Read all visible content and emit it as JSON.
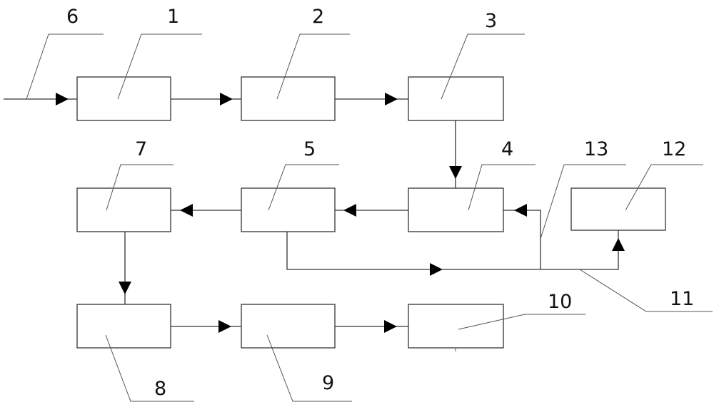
{
  "labels": {
    "n1": "1",
    "n2": "2",
    "n3": "3",
    "n4": "4",
    "n5": "5",
    "n6": "6",
    "n7": "7",
    "n8": "8",
    "n9": "9",
    "n10": "10",
    "n11": "11",
    "n12": "12",
    "n13": "13"
  },
  "colors": {
    "line": "#333333",
    "arrow": "#000000",
    "background": "#ffffff"
  }
}
